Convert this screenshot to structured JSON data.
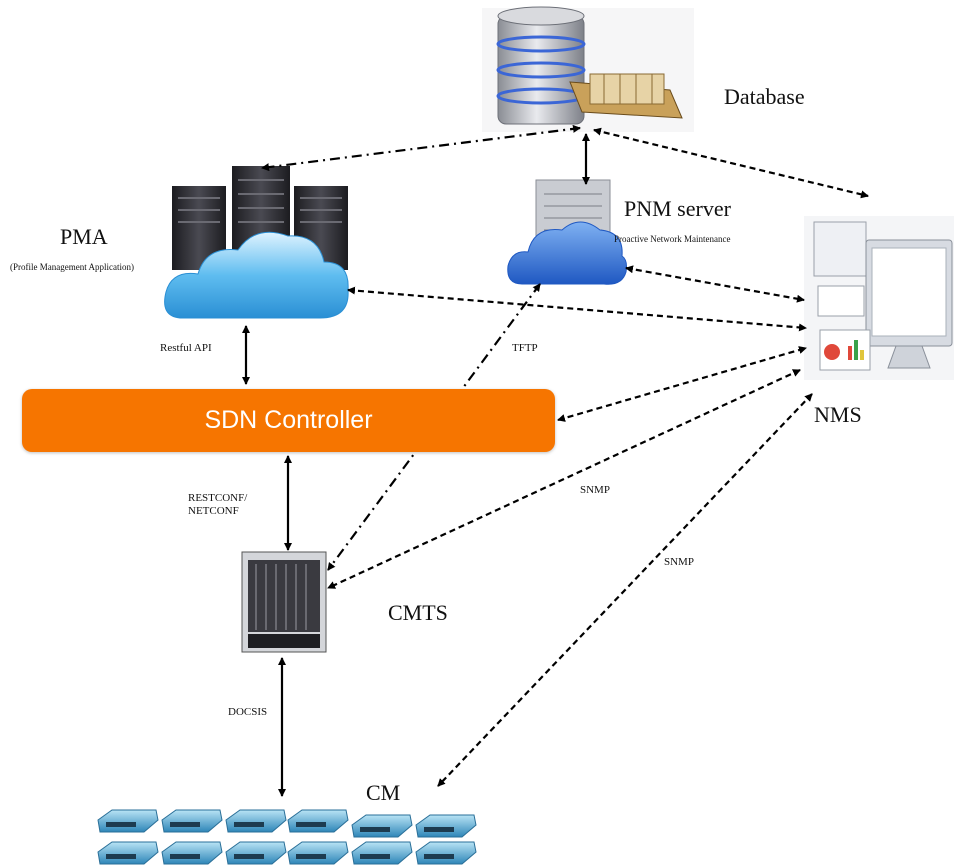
{
  "colors": {
    "sdn_controller": "#f67500",
    "cloud": "#3fa9e6",
    "pnm_cloud": "#2c74d4",
    "server_dark": "#2f2f33",
    "database_ring": "#3b66d6",
    "modem": "#4aa3cf",
    "arrow": "#000000"
  },
  "nodes": {
    "database": {
      "label": "Database",
      "icon": "database-server-icon"
    },
    "pnm_server": {
      "label": "PNM server",
      "sublabel": "Proactive Network Maintenance",
      "icon": "cloud-server-icon"
    },
    "pma": {
      "label": "PMA",
      "sublabel": "(Profile Management Application)",
      "icon": "server-cloud-icon"
    },
    "sdn_controller": {
      "label": "SDN Controller"
    },
    "nms": {
      "label": "NMS",
      "icon": "monitor-dashboard-icon"
    },
    "cmts": {
      "label": "CMTS",
      "icon": "chassis-icon"
    },
    "cm": {
      "label": "CM",
      "icon": "cable-modem-icon"
    }
  },
  "connections": {
    "restful_api": "Restful API",
    "tftp": "TFTP",
    "restconf": "RESTCONF/\nNETCONF",
    "snmp_cmts": "SNMP",
    "snmp_cm": "SNMP",
    "docsis": "DOCSIS"
  }
}
